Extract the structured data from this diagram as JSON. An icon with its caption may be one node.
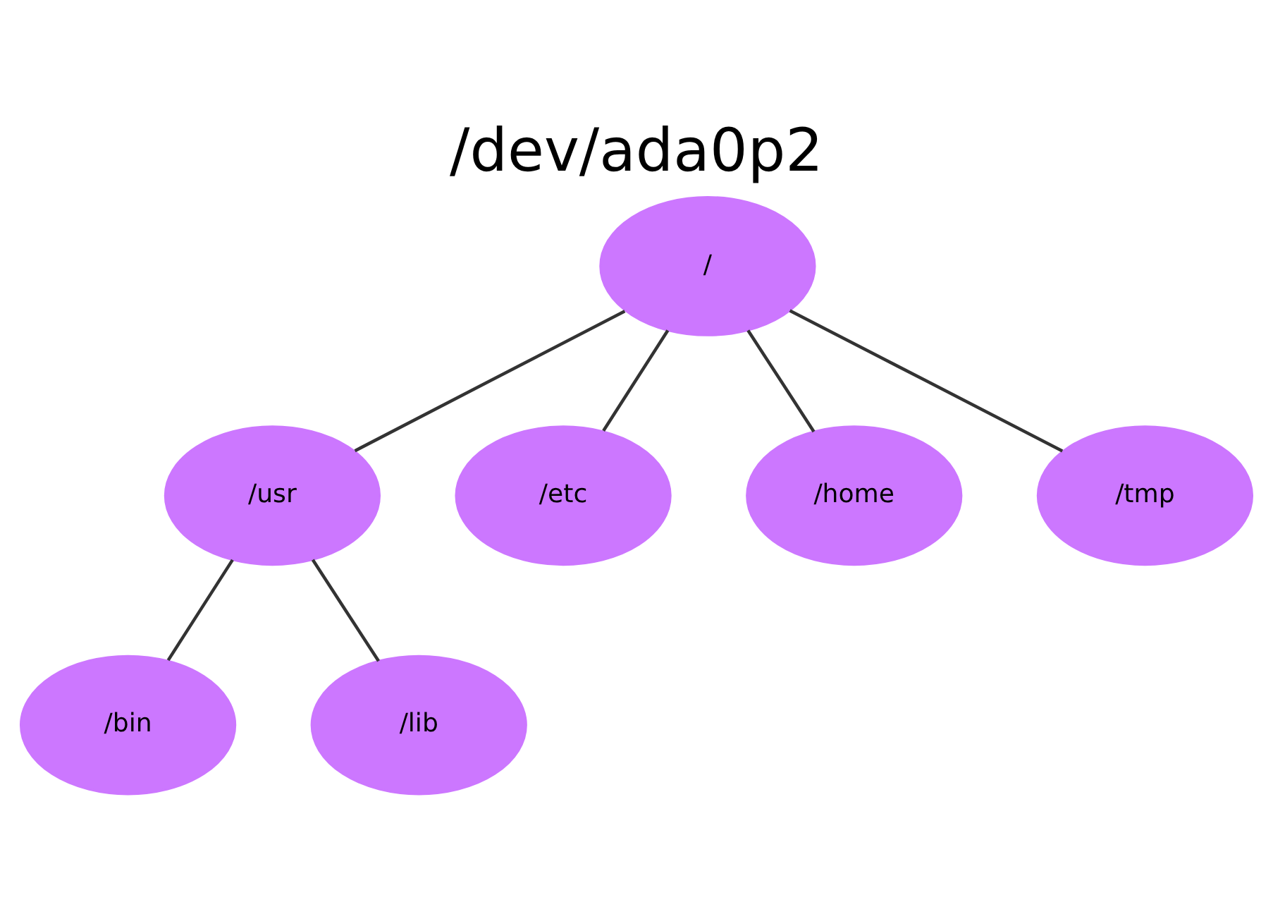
{
  "diagram": {
    "title": "/dev/ada0p2",
    "nodes": [
      {
        "text": [
          "/"
        ]
      },
      {
        "text": [
          "/usr"
        ]
      },
      {
        "text": [
          "/etc"
        ]
      },
      {
        "text": [
          "/home"
        ]
      },
      {
        "text": [
          "/tmp"
        ]
      },
      {
        "text": [
          "/bin"
        ]
      },
      {
        "text": [
          "/lib"
        ]
      }
    ],
    "edges": [
      {
        "from": 0,
        "to": 1,
        "arrow": "none"
      },
      {
        "from": 0,
        "to": 2,
        "arrow": "none"
      },
      {
        "from": 0,
        "to": 3,
        "arrow": "none"
      },
      {
        "from": 0,
        "to": 4,
        "arrow": "none"
      },
      {
        "from": 1,
        "to": 5,
        "arrow": "none"
      },
      {
        "from": 1,
        "to": 6,
        "arrow": "none"
      }
    ]
  }
}
